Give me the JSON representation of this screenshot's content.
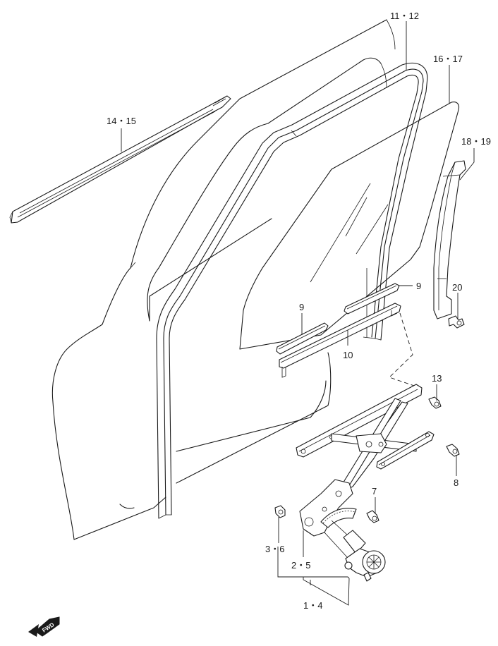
{
  "labels": {
    "l11_12": "11・12",
    "l14_15": "14・15",
    "l16_17": "16・17",
    "l18_19": "18・19",
    "l9a": "9",
    "l9b": "9",
    "l10": "10",
    "l20": "20",
    "l13": "13",
    "l8": "8",
    "l7": "7",
    "l3_6": "3・6",
    "l2_5": "2・5",
    "l1_4": "1・4"
  },
  "direction_badge": "FWD"
}
